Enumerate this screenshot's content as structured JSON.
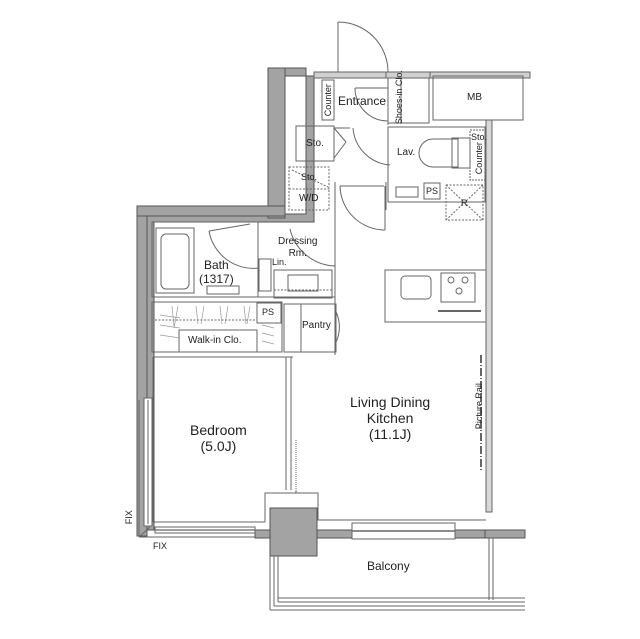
{
  "plan": {
    "colors": {
      "wall": "#a3a3a3",
      "wall_stroke": "#555555",
      "line": "#666666",
      "background": "#ffffff",
      "text": "#222222"
    },
    "rooms": {
      "entrance": "Entrance",
      "counter_entrance": "Counter",
      "shoes_in_clo": "Shoes-in Clo.",
      "mb": "MB",
      "sto_entry": "Sto.",
      "lav": "Lav.",
      "sto_lav": "Sto.",
      "counter_lav": "Counter",
      "sto_wd": "Sto.",
      "wd": "W/D",
      "ps_lav": "PS",
      "refrigerator": "R",
      "dressing_rm_line1": "Dressing",
      "dressing_rm_line2": "Rm.",
      "bath_line1": "Bath",
      "bath_line2": "(1317)",
      "lin": "Lin.",
      "ps_bath": "PS",
      "walk_in_clo": "Walk-in Clo.",
      "pantry": "Pantry",
      "bedroom_line1": "Bedroom",
      "bedroom_line2": "(5.0J)",
      "ldk_line1": "Living Dining",
      "ldk_line2": "Kitchen",
      "ldk_line3": "(11.1J)",
      "picture_rail": "Picture Rail",
      "balcony": "Balcony",
      "fix_vertical": "FIX",
      "fix_horizontal": "FIX"
    }
  }
}
